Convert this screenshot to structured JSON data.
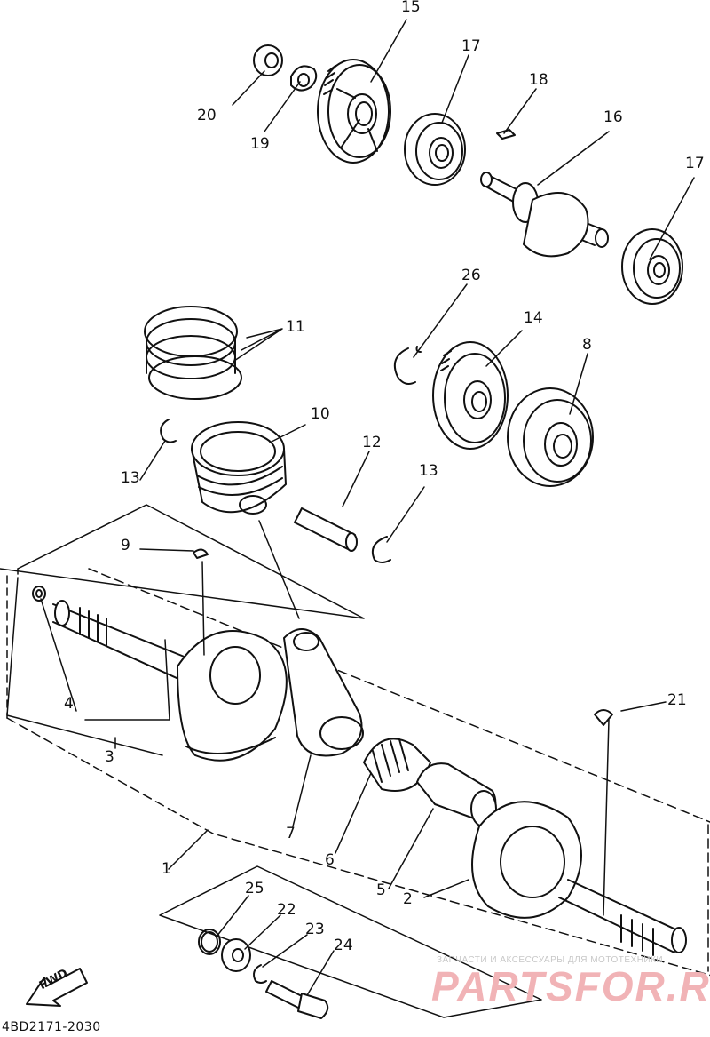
{
  "diagram": {
    "callouts": [
      {
        "id": "15",
        "text": "15"
      },
      {
        "id": "17a",
        "text": "17"
      },
      {
        "id": "18",
        "text": "18"
      },
      {
        "id": "16",
        "text": "16"
      },
      {
        "id": "17b",
        "text": "17"
      },
      {
        "id": "20",
        "text": "20"
      },
      {
        "id": "19",
        "text": "19"
      },
      {
        "id": "26",
        "text": "26"
      },
      {
        "id": "14",
        "text": "14"
      },
      {
        "id": "8",
        "text": "8"
      },
      {
        "id": "11",
        "text": "11"
      },
      {
        "id": "10",
        "text": "10"
      },
      {
        "id": "12",
        "text": "12"
      },
      {
        "id": "13a",
        "text": "13"
      },
      {
        "id": "13b",
        "text": "13"
      },
      {
        "id": "9",
        "text": "9"
      },
      {
        "id": "4",
        "text": "4"
      },
      {
        "id": "3",
        "text": "3"
      },
      {
        "id": "21",
        "text": "21"
      },
      {
        "id": "7",
        "text": "7"
      },
      {
        "id": "6",
        "text": "6"
      },
      {
        "id": "5",
        "text": "5"
      },
      {
        "id": "2",
        "text": "2"
      },
      {
        "id": "1",
        "text": "1"
      },
      {
        "id": "25",
        "text": "25"
      },
      {
        "id": "22",
        "text": "22"
      },
      {
        "id": "23",
        "text": "23"
      },
      {
        "id": "24",
        "text": "24"
      }
    ],
    "fwd_label": "FWD",
    "drawing_code": "4BD2171-2030"
  },
  "watermark": {
    "small_text": "ЗАПЧАСТИ И АКСЕССУАРЫ ДЛЯ МОТОТЕХНИКИ",
    "brand_text": "PARTSFOR.RU",
    "color": "#f1b3b6"
  }
}
